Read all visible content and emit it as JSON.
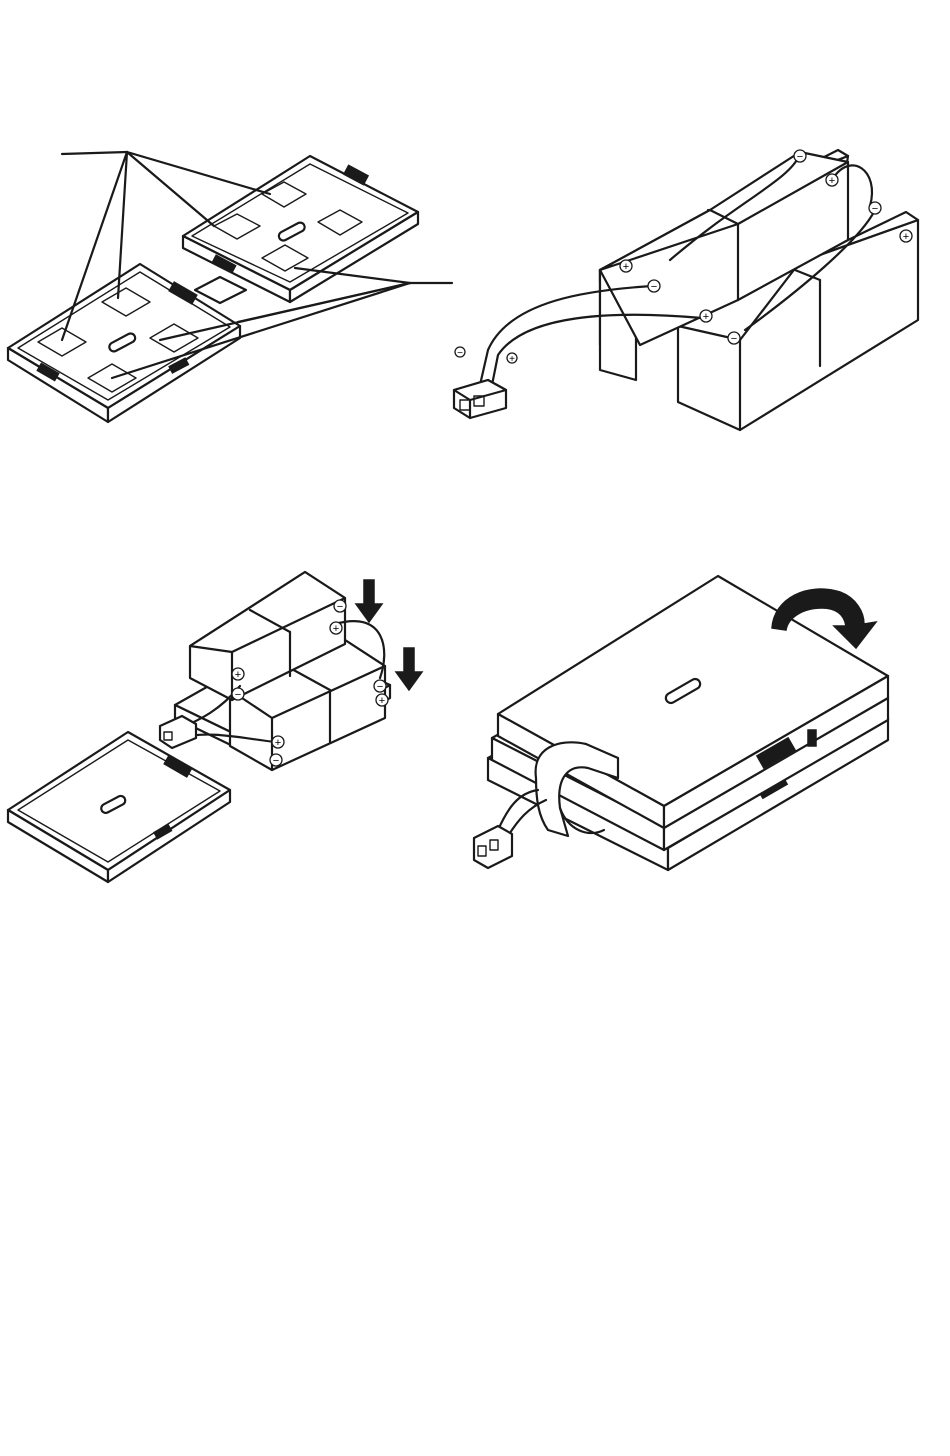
{
  "figures": [
    {
      "id": "fig-tray-pads",
      "icon": "adhesive-pads-on-trays"
    },
    {
      "id": "fig-battery-wiring",
      "icon": "battery-series-wiring"
    },
    {
      "id": "fig-battery-placement",
      "icon": "batteries-into-tray"
    },
    {
      "id": "fig-tape-wrap",
      "icon": "tape-wrap-pack"
    }
  ],
  "terminal_symbols": {
    "positive": "+",
    "negative": "−"
  },
  "colors": {
    "line": "#1a1a1a",
    "background": "#ffffff"
  }
}
